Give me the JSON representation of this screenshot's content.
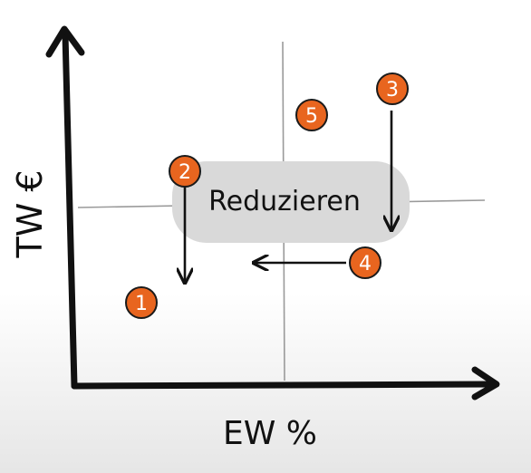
{
  "axes": {
    "x_label": "EW %",
    "y_label": "TW €"
  },
  "center_label": "Reduzieren",
  "markers": [
    {
      "id": "marker-1",
      "label": "1"
    },
    {
      "id": "marker-2",
      "label": "2"
    },
    {
      "id": "marker-3",
      "label": "3"
    },
    {
      "id": "marker-4",
      "label": "4"
    },
    {
      "id": "marker-5",
      "label": "5"
    }
  ],
  "colors": {
    "marker_fill": "#e8651f",
    "marker_stroke": "#1a1a1a",
    "axis": "#111111",
    "grid": "#9a9a9a",
    "highlight": "#d9d9d9"
  }
}
